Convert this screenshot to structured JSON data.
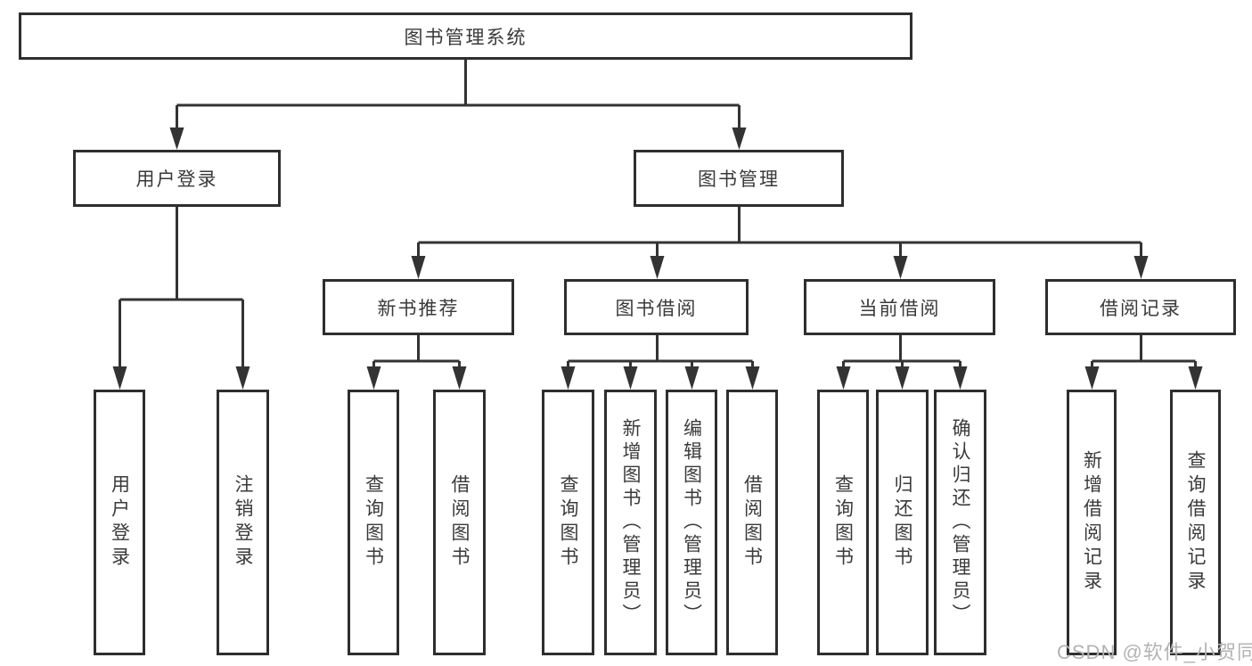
{
  "diagram_title": "图书管理系统",
  "tree": {
    "root": "图书管理系统",
    "branches": [
      {
        "label": "用户登录",
        "children": [
          "用户登录",
          "注销登录"
        ]
      },
      {
        "label": "图书管理",
        "children": [
          {
            "label": "新书推荐",
            "children": [
              "查询图书",
              "借阅图书"
            ]
          },
          {
            "label": "图书借阅",
            "children": [
              "查询图书",
              "新增图书（管理员）",
              "编辑图书（管理员）",
              "借阅图书"
            ]
          },
          {
            "label": "当前借阅",
            "children": [
              "查询图书",
              "归还图书",
              "确认归还（管理员）"
            ]
          },
          {
            "label": "借阅记录",
            "children": [
              "新增借阅记录",
              "查询借阅记录"
            ]
          }
        ]
      }
    ]
  },
  "watermark": {
    "text": "CSDN @软件_小贺同学"
  },
  "colors": {
    "line": "#333333",
    "box_border": "#2e2e2e",
    "text": "#3a3a3a",
    "background": "#ffffff",
    "watermark": "#b3b3b3"
  }
}
